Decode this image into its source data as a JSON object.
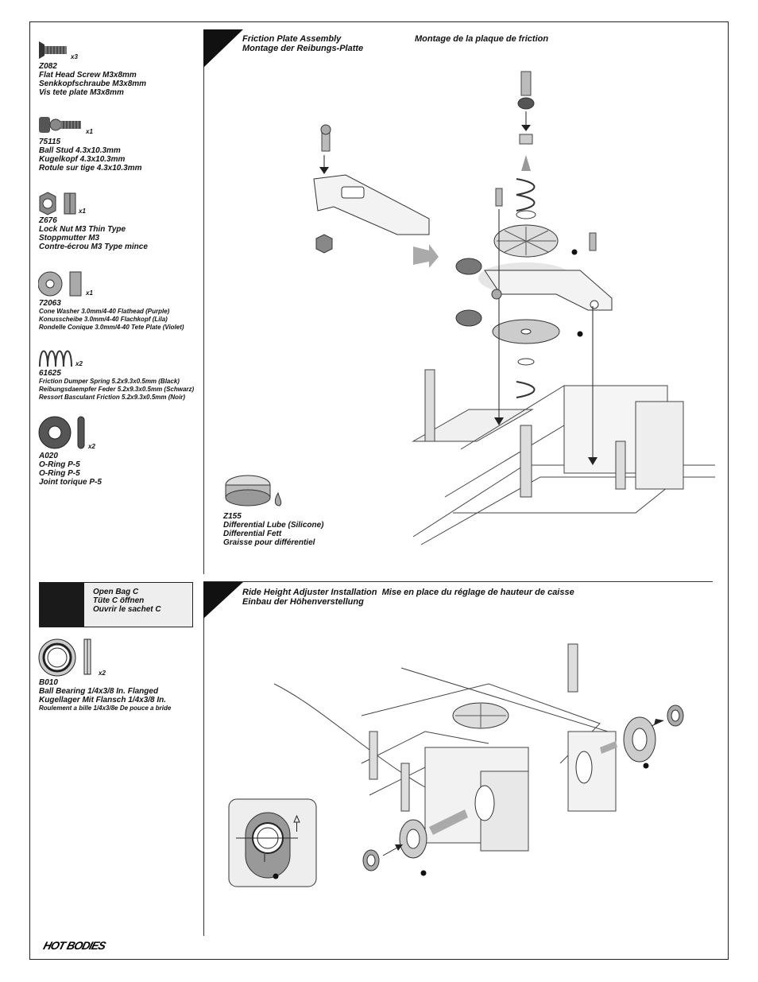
{
  "parts": [
    {
      "code": "Z082",
      "names": [
        "Flat Head Screw M3x8mm",
        "Senkkopfschraube M3x8mm",
        "Vis tete plate M3x8mm"
      ],
      "qty": "x3",
      "icon": "flat-head-screw-icon"
    },
    {
      "code": "75115",
      "names": [
        "Ball Stud 4.3x10.3mm",
        "Kugelkopf 4.3x10.3mm",
        "Rotule sur tige 4.3x10.3mm"
      ],
      "qty": "x1",
      "icon": "ball-stud-icon"
    },
    {
      "code": "Z676",
      "names": [
        "Lock Nut M3 Thin Type",
        "Stoppmutter M3",
        "Contre-écrou M3 Type mince"
      ],
      "qty": "x1",
      "icon": "lock-nut-icon"
    },
    {
      "code": "72063",
      "names": [
        "Cone Washer 3.0mm/4-40 Flathead (Purple)",
        "Konusscheibe 3.0mm/4-40 Flachkopf (Lila)",
        "Rondelle Conique 3.0mm/4-40 Tete Plate (Violet)"
      ],
      "qty": "x1",
      "icon": "cone-washer-icon"
    },
    {
      "code": "61625",
      "names": [
        "Friction Dumper Spring 5.2x9.3x0.5mm (Black)",
        "Reibungsdaempfer Feder 5.2x9.3x0.5mm (Schwarz)",
        "Ressort Basculant Friction 5.2x9.3x0.5mm (Noir)"
      ],
      "qty": "x2",
      "icon": "spring-icon"
    },
    {
      "code": "A020",
      "names": [
        "O-Ring P-5",
        "O-Ring P-5",
        "Joint torique P-5"
      ],
      "qty": "x2",
      "icon": "o-ring-icon"
    }
  ],
  "section1": {
    "title_en": "Friction Plate Assembly",
    "title_de": "Montage der Reibungs-Platte",
    "title_fr": "Montage de la plaque de friction"
  },
  "lube": {
    "code": "Z155",
    "names": [
      "Differential Lube (Silicone)",
      "Differential Fett",
      "Graisse pour différentiel"
    ]
  },
  "bag": {
    "lines": [
      "Open Bag C",
      "Tüte C öffnen",
      "Ouvrir le sachet C"
    ]
  },
  "bearing": {
    "code": "B010",
    "names": [
      "Ball Bearing 1/4x3/8 In. Flanged",
      "Kugellager Mit Flansch 1/4x3/8 In.",
      "Roulement a bille 1/4x3/8e De pouce a bride"
    ],
    "qty": "x2"
  },
  "section2": {
    "title_en": "Ride Height Adjuster Installation",
    "title_fr": "Mise en place du réglage de hauteur de caisse",
    "title_de": "Einbau der Höhenverstellung"
  },
  "brand": {
    "logo": "HOT BODIES"
  }
}
